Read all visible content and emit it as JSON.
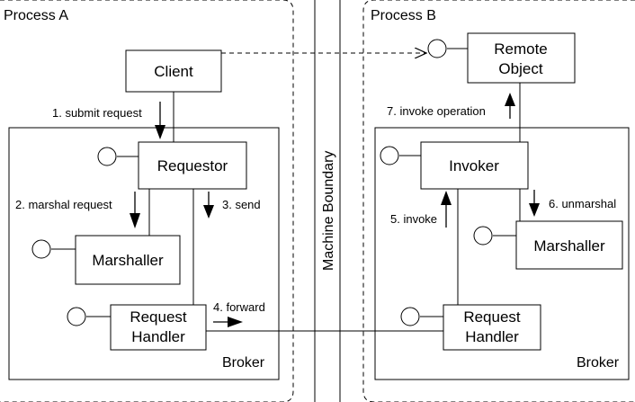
{
  "process_a": {
    "label": "Process A"
  },
  "process_b": {
    "label": "Process B"
  },
  "machine_boundary": {
    "label": "Machine Boundary"
  },
  "broker_a": {
    "label": "Broker"
  },
  "broker_b": {
    "label": "Broker"
  },
  "client": {
    "label": "Client"
  },
  "requestor": {
    "label": "Requestor"
  },
  "marshaller_a": {
    "label": "Marshaller"
  },
  "request_handler_a": {
    "line1": "Request",
    "line2": "Handler"
  },
  "remote_object": {
    "line1": "Remote",
    "line2": "Object"
  },
  "invoker": {
    "label": "Invoker"
  },
  "marshaller_b": {
    "label": "Marshaller"
  },
  "request_handler_b": {
    "line1": "Request",
    "line2": "Handler"
  },
  "steps": {
    "submit_request": "1. submit request",
    "marshal_request": "2. marshal request",
    "send": "3. send",
    "forward": "4. forward",
    "invoke": "5. invoke",
    "unmarshal": "6. unmarshal",
    "invoke_operation": "7. invoke operation"
  }
}
